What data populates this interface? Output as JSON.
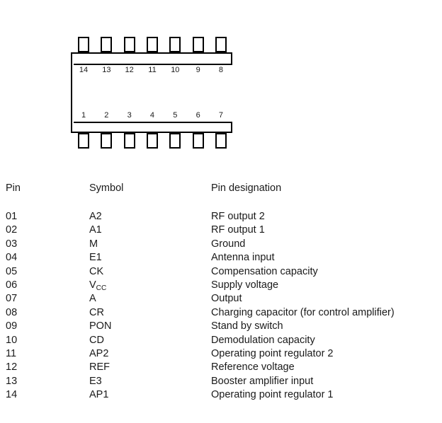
{
  "package": {
    "top_pin_numbers": [
      "14",
      "13",
      "12",
      "11",
      "10",
      "9",
      "8"
    ],
    "bottom_pin_numbers": [
      "1",
      "2",
      "3",
      "4",
      "5",
      "6",
      "7"
    ],
    "pin_count": 14
  },
  "table": {
    "headers": {
      "pin": "Pin",
      "symbol": "Symbol",
      "designation": "Pin designation"
    },
    "rows": [
      {
        "pin": "01",
        "symbol": "A2",
        "symbol_sub": "",
        "designation": "RF output 2"
      },
      {
        "pin": "02",
        "symbol": "A1",
        "symbol_sub": "",
        "designation": "RF output 1"
      },
      {
        "pin": "03",
        "symbol": "M",
        "symbol_sub": "",
        "designation": "Ground"
      },
      {
        "pin": "04",
        "symbol": "E1",
        "symbol_sub": "",
        "designation": "Antenna input"
      },
      {
        "pin": "05",
        "symbol": "CK",
        "symbol_sub": "",
        "designation": "Compensation capacity"
      },
      {
        "pin": "06",
        "symbol": "V",
        "symbol_sub": "CC",
        "designation": "Supply voltage"
      },
      {
        "pin": "07",
        "symbol": "A",
        "symbol_sub": "",
        "designation": "Output"
      },
      {
        "pin": "08",
        "symbol": "CR",
        "symbol_sub": "",
        "designation": "Charging capacitor (for control amplifier)"
      },
      {
        "pin": "09",
        "symbol": "PON",
        "symbol_sub": "",
        "designation": "Stand by switch"
      },
      {
        "pin": "10",
        "symbol": "CD",
        "symbol_sub": "",
        "designation": "Demodulation capacity"
      },
      {
        "pin": "11",
        "symbol": "AP2",
        "symbol_sub": "",
        "designation": "Operating point regulator 2"
      },
      {
        "pin": "12",
        "symbol": "REF",
        "symbol_sub": "",
        "designation": "Reference voltage"
      },
      {
        "pin": "13",
        "symbol": "E3",
        "symbol_sub": "",
        "designation": "Booster amplifier input"
      },
      {
        "pin": "14",
        "symbol": "AP1",
        "symbol_sub": "",
        "designation": "Operating point regulator 1"
      }
    ]
  }
}
